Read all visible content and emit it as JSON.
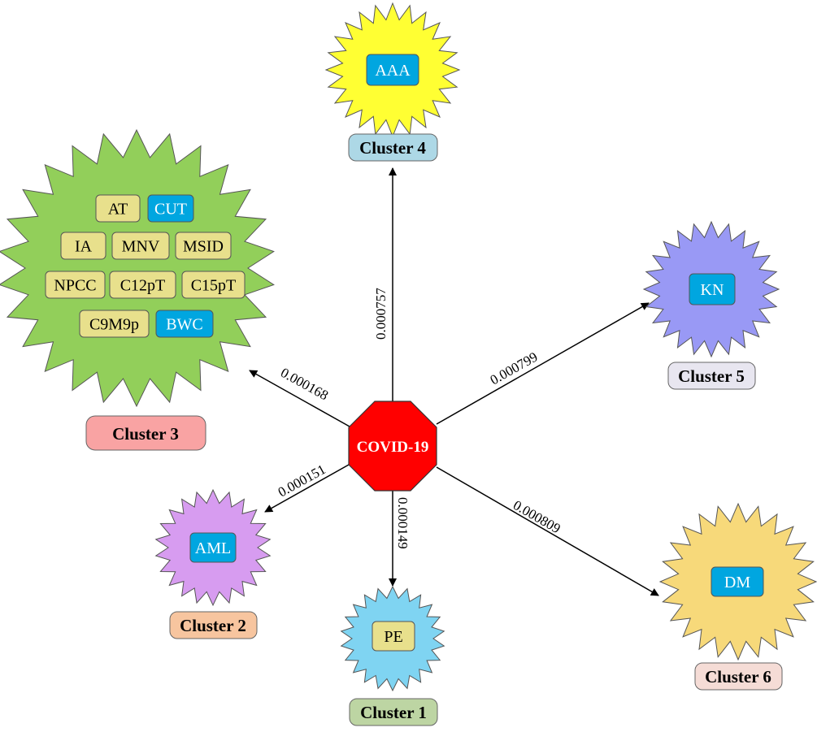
{
  "center": {
    "label": "COVID-19",
    "fill": "#ff0000"
  },
  "colors": {
    "tag_blue": "#00a6e0",
    "tag_blue_text": "#ffffff",
    "tag_khaki": "#e8e08c",
    "tag_khaki_text": "#000000"
  },
  "clusters": [
    {
      "id": "cluster-1",
      "label": "Cluster 1",
      "weight": "0.000149",
      "burst_fill": "#7fd4f2",
      "label_fill": "#bdd5a3",
      "tags": [
        {
          "text": "PE",
          "style": "khaki"
        }
      ]
    },
    {
      "id": "cluster-2",
      "label": "Cluster 2",
      "weight": "0.000151",
      "burst_fill": "#d79cf0",
      "label_fill": "#f7c59f",
      "tags": [
        {
          "text": "AML",
          "style": "blue"
        }
      ]
    },
    {
      "id": "cluster-3",
      "label": "Cluster 3",
      "weight": "0.000168",
      "burst_fill": "#92cf5a",
      "label_fill": "#f9a3a3",
      "tags": [
        {
          "text": "AT",
          "style": "khaki"
        },
        {
          "text": "CUT",
          "style": "blue"
        },
        {
          "text": "IA",
          "style": "khaki"
        },
        {
          "text": "MNV",
          "style": "khaki"
        },
        {
          "text": "MSID",
          "style": "khaki"
        },
        {
          "text": "NPCC",
          "style": "khaki"
        },
        {
          "text": "C12pT",
          "style": "khaki"
        },
        {
          "text": "C15pT",
          "style": "khaki"
        },
        {
          "text": "C9M9p",
          "style": "khaki"
        },
        {
          "text": "BWC",
          "style": "blue"
        }
      ]
    },
    {
      "id": "cluster-4",
      "label": "Cluster 4",
      "weight": "0.000757",
      "burst_fill": "#ffff33",
      "label_fill": "#add8e6",
      "tags": [
        {
          "text": "AAA",
          "style": "blue"
        }
      ]
    },
    {
      "id": "cluster-5",
      "label": "Cluster 5",
      "weight": "0.000799",
      "burst_fill": "#9999f5",
      "label_fill": "#e8e6f0",
      "tags": [
        {
          "text": "KN",
          "style": "blue"
        }
      ]
    },
    {
      "id": "cluster-6",
      "label": "Cluster 6",
      "weight": "0.000809",
      "burst_fill": "#f7d97a",
      "label_fill": "#f5dcd6",
      "tags": [
        {
          "text": "DM",
          "style": "blue"
        }
      ]
    }
  ]
}
